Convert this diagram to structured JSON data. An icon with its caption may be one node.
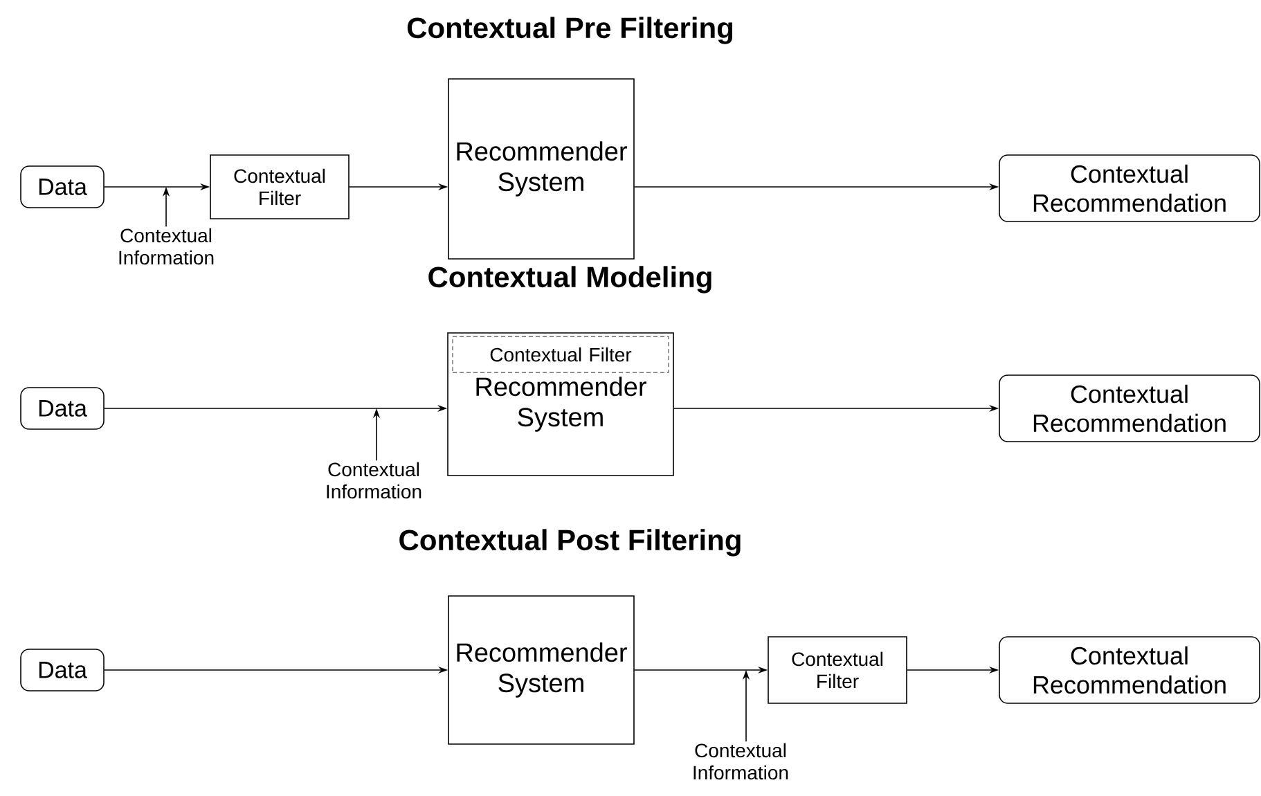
{
  "diagram": {
    "nodes": [
      {
        "text": [
          "Data"
        ]
      },
      {
        "text": [
          "Contextual Filter"
        ]
      },
      {
        "text": [
          "Recommender System"
        ]
      },
      {
        "text": [
          "Contextual Recommendation"
        ]
      },
      {
        "text": [
          "Contextual Information"
        ]
      },
      {
        "text": [
          "Data"
        ]
      },
      {
        "text": [
          "Recommender System"
        ]
      },
      {
        "text": [
          "Contextual Filter"
        ],
        "in": 6
      },
      {
        "text": [
          "Contextual Recommendation"
        ]
      },
      {
        "text": [
          "Contextual Information"
        ]
      },
      {
        "text": [
          "Data"
        ]
      },
      {
        "text": [
          "Recommender System"
        ]
      },
      {
        "text": [
          "Contextual Filter"
        ]
      },
      {
        "text": [
          "Contextual Recommendation"
        ]
      },
      {
        "text": [
          "Contextual Information"
        ]
      }
    ],
    "edges": [
      {
        "from": 0,
        "to": 1,
        "arrow": "to"
      },
      {
        "from": 4,
        "to": null,
        "arrow": "to"
      },
      {
        "from": 1,
        "to": 2,
        "arrow": "to"
      },
      {
        "from": 2,
        "to": 3,
        "arrow": "to"
      },
      {
        "from": 5,
        "to": 6,
        "arrow": "to"
      },
      {
        "from": 9,
        "to": null,
        "arrow": "to"
      },
      {
        "from": 6,
        "to": 8,
        "arrow": "to"
      },
      {
        "from": 10,
        "to": 11,
        "arrow": "to"
      },
      {
        "from": 11,
        "to": 12,
        "arrow": "to"
      },
      {
        "from": 14,
        "to": null,
        "arrow": "to"
      },
      {
        "from": 12,
        "to": 13,
        "arrow": "to"
      }
    ],
    "labels": [
      "Contextual Pre Filtering",
      "Contextual Modeling",
      "Contextual Post Filtering"
    ]
  }
}
